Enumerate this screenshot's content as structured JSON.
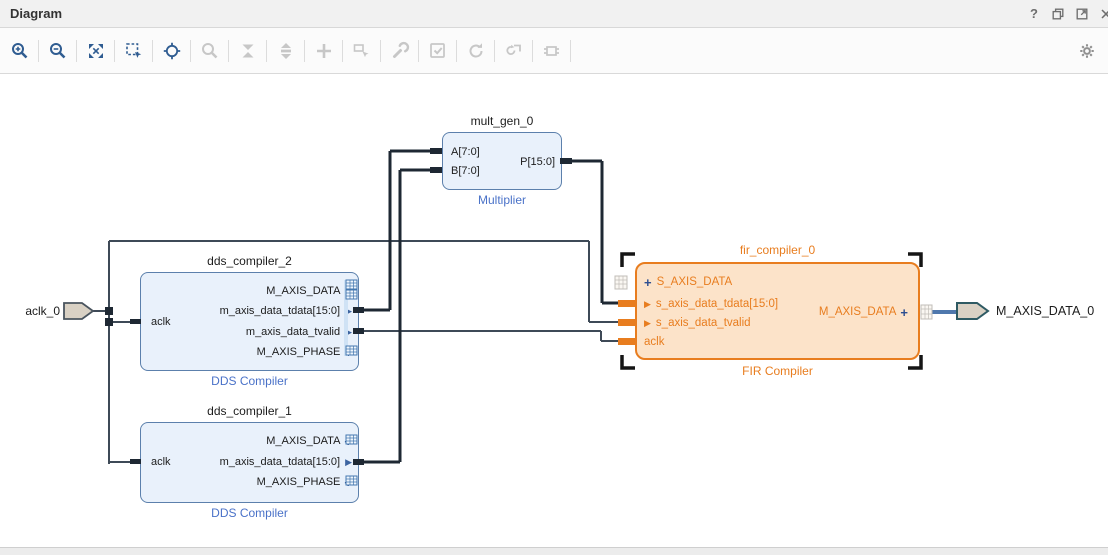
{
  "header": {
    "title": "Diagram",
    "help_icon": "?",
    "window_icons": [
      "float-icon",
      "maximize-icon",
      "close-icon"
    ]
  },
  "toolbar": {
    "items": [
      {
        "name": "zoom-in",
        "enabled": true
      },
      {
        "name": "zoom-out",
        "enabled": true
      },
      {
        "name": "zoom-fit",
        "enabled": true
      },
      {
        "name": "zoom-to-selection",
        "enabled": true
      },
      {
        "name": "center-selection",
        "enabled": true
      },
      {
        "name": "search",
        "enabled": false
      },
      {
        "name": "collapse-hierarchy",
        "enabled": false
      },
      {
        "name": "expand-hierarchy",
        "enabled": false
      },
      {
        "name": "add-ip",
        "enabled": false
      },
      {
        "name": "make-external",
        "enabled": false
      },
      {
        "name": "customize-block",
        "enabled": false
      },
      {
        "name": "validate-design",
        "enabled": false
      },
      {
        "name": "refresh",
        "enabled": false
      },
      {
        "name": "regenerate-layout",
        "enabled": false
      },
      {
        "name": "interface-connections",
        "enabled": false
      },
      {
        "name": "settings-gear",
        "enabled": true
      }
    ]
  },
  "canvas": {
    "ports": [
      {
        "label": "aclk_0",
        "direction": "input"
      },
      {
        "label": "M_AXIS_DATA_0",
        "direction": "output"
      }
    ],
    "blocks": [
      {
        "title": "mult_gen_0",
        "subtitle": "Multiplier",
        "selected": false,
        "left_pins": [
          {
            "label": "A[7:0]"
          },
          {
            "label": "B[7:0]"
          }
        ],
        "right_pins": [
          {
            "label": "P[15:0]"
          }
        ]
      },
      {
        "title": "dds_compiler_2",
        "subtitle": "DDS Compiler",
        "selected": false,
        "left_pins": [
          {
            "label": "aclk"
          }
        ],
        "right_pins": [
          {
            "label": "M_AXIS_DATA",
            "symbol": "−"
          },
          {
            "label": "m_axis_data_tdata[15:0]",
            "symbol": "▶"
          },
          {
            "label": "m_axis_data_tvalid",
            "symbol": "▶"
          },
          {
            "label": "M_AXIS_PHASE",
            "symbol": "+"
          }
        ]
      },
      {
        "title": "dds_compiler_1",
        "subtitle": "DDS Compiler",
        "selected": false,
        "left_pins": [
          {
            "label": "aclk"
          }
        ],
        "right_pins": [
          {
            "label": "M_AXIS_DATA",
            "symbol": "+"
          },
          {
            "label": "m_axis_data_tdata[15:0]",
            "symbol": "▶"
          },
          {
            "label": "M_AXIS_PHASE",
            "symbol": "+"
          }
        ]
      },
      {
        "title": "fir_compiler_0",
        "subtitle": "FIR Compiler",
        "selected": true,
        "left_pins": [
          {
            "symbol": "+",
            "label": "S_AXIS_DATA"
          },
          {
            "symbol": "▶",
            "label": "s_axis_data_tdata[15:0]"
          },
          {
            "symbol": "▶",
            "label": "s_axis_data_tvalid"
          },
          {
            "symbol": "",
            "label": "aclk"
          }
        ],
        "right_pins": [
          {
            "label": "M_AXIS_DATA",
            "symbol": "+"
          }
        ]
      }
    ]
  },
  "colors": {
    "block_fill": "#e9f1fb",
    "block_border": "#5c80ac",
    "selected_fill": "#fce3c9",
    "selected_border": "#e87d1f",
    "subtitle_blue": "#4a72c8",
    "pin_symbol_blue": "#2d4f91",
    "wire_bus": "#1e2833",
    "wire_signal": "#3e4a57",
    "wire_interface": "#4f78ad",
    "port_fill": "#d9d1c4"
  }
}
